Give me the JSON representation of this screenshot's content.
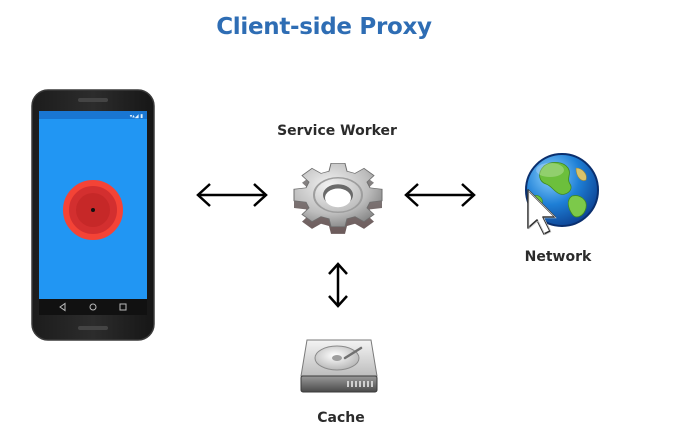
{
  "title": "Client-side Proxy",
  "nodes": {
    "service_worker": {
      "label": "Service Worker",
      "icon": "gear-icon"
    },
    "network": {
      "label": "Network",
      "icon": "globe-cursor-icon"
    },
    "cache": {
      "label": "Cache",
      "icon": "hard-drive-icon"
    },
    "phone": {
      "icon": "smartphone-icon"
    }
  },
  "colors": {
    "title": "#2e6db4",
    "phone_screen": "#2196f3",
    "record_button": "#e53935"
  }
}
